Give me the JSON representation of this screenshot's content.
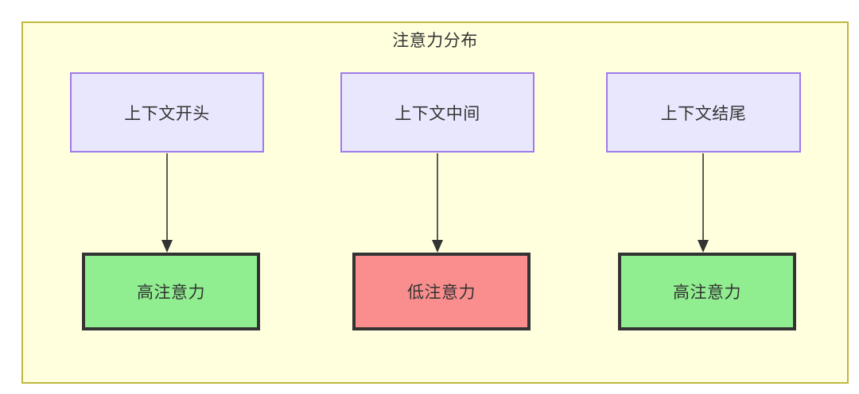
{
  "diagram": {
    "title": "注意力分布",
    "container": {
      "fill": "#ffffde",
      "border_color": "#bfb73d"
    },
    "context_nodes": [
      {
        "id": "ctx-start",
        "label": "上下文开头",
        "fill": "#e9e7fd",
        "border_color": "#9f7aea"
      },
      {
        "id": "ctx-middle",
        "label": "上下文中间",
        "fill": "#e9e7fd",
        "border_color": "#9f7aea"
      },
      {
        "id": "ctx-end",
        "label": "上下文结尾",
        "fill": "#e9e7fd",
        "border_color": "#9f7aea"
      }
    ],
    "attention_nodes": [
      {
        "id": "attn-high-start",
        "label": "高注意力",
        "fill": "#90ee90",
        "border_color": "#333333",
        "level": "high"
      },
      {
        "id": "attn-low-middle",
        "label": "低注意力",
        "fill": "#fa8e8e",
        "border_color": "#333333",
        "level": "low"
      },
      {
        "id": "attn-high-end",
        "label": "高注意力",
        "fill": "#90ee90",
        "border_color": "#333333",
        "level": "high"
      }
    ],
    "edges": [
      {
        "from": "ctx-start",
        "to": "attn-high-start",
        "arrow": "arrow-down-icon"
      },
      {
        "from": "ctx-middle",
        "to": "attn-low-middle",
        "arrow": "arrow-down-icon"
      },
      {
        "from": "ctx-end",
        "to": "attn-high-end",
        "arrow": "arrow-down-icon"
      }
    ]
  }
}
